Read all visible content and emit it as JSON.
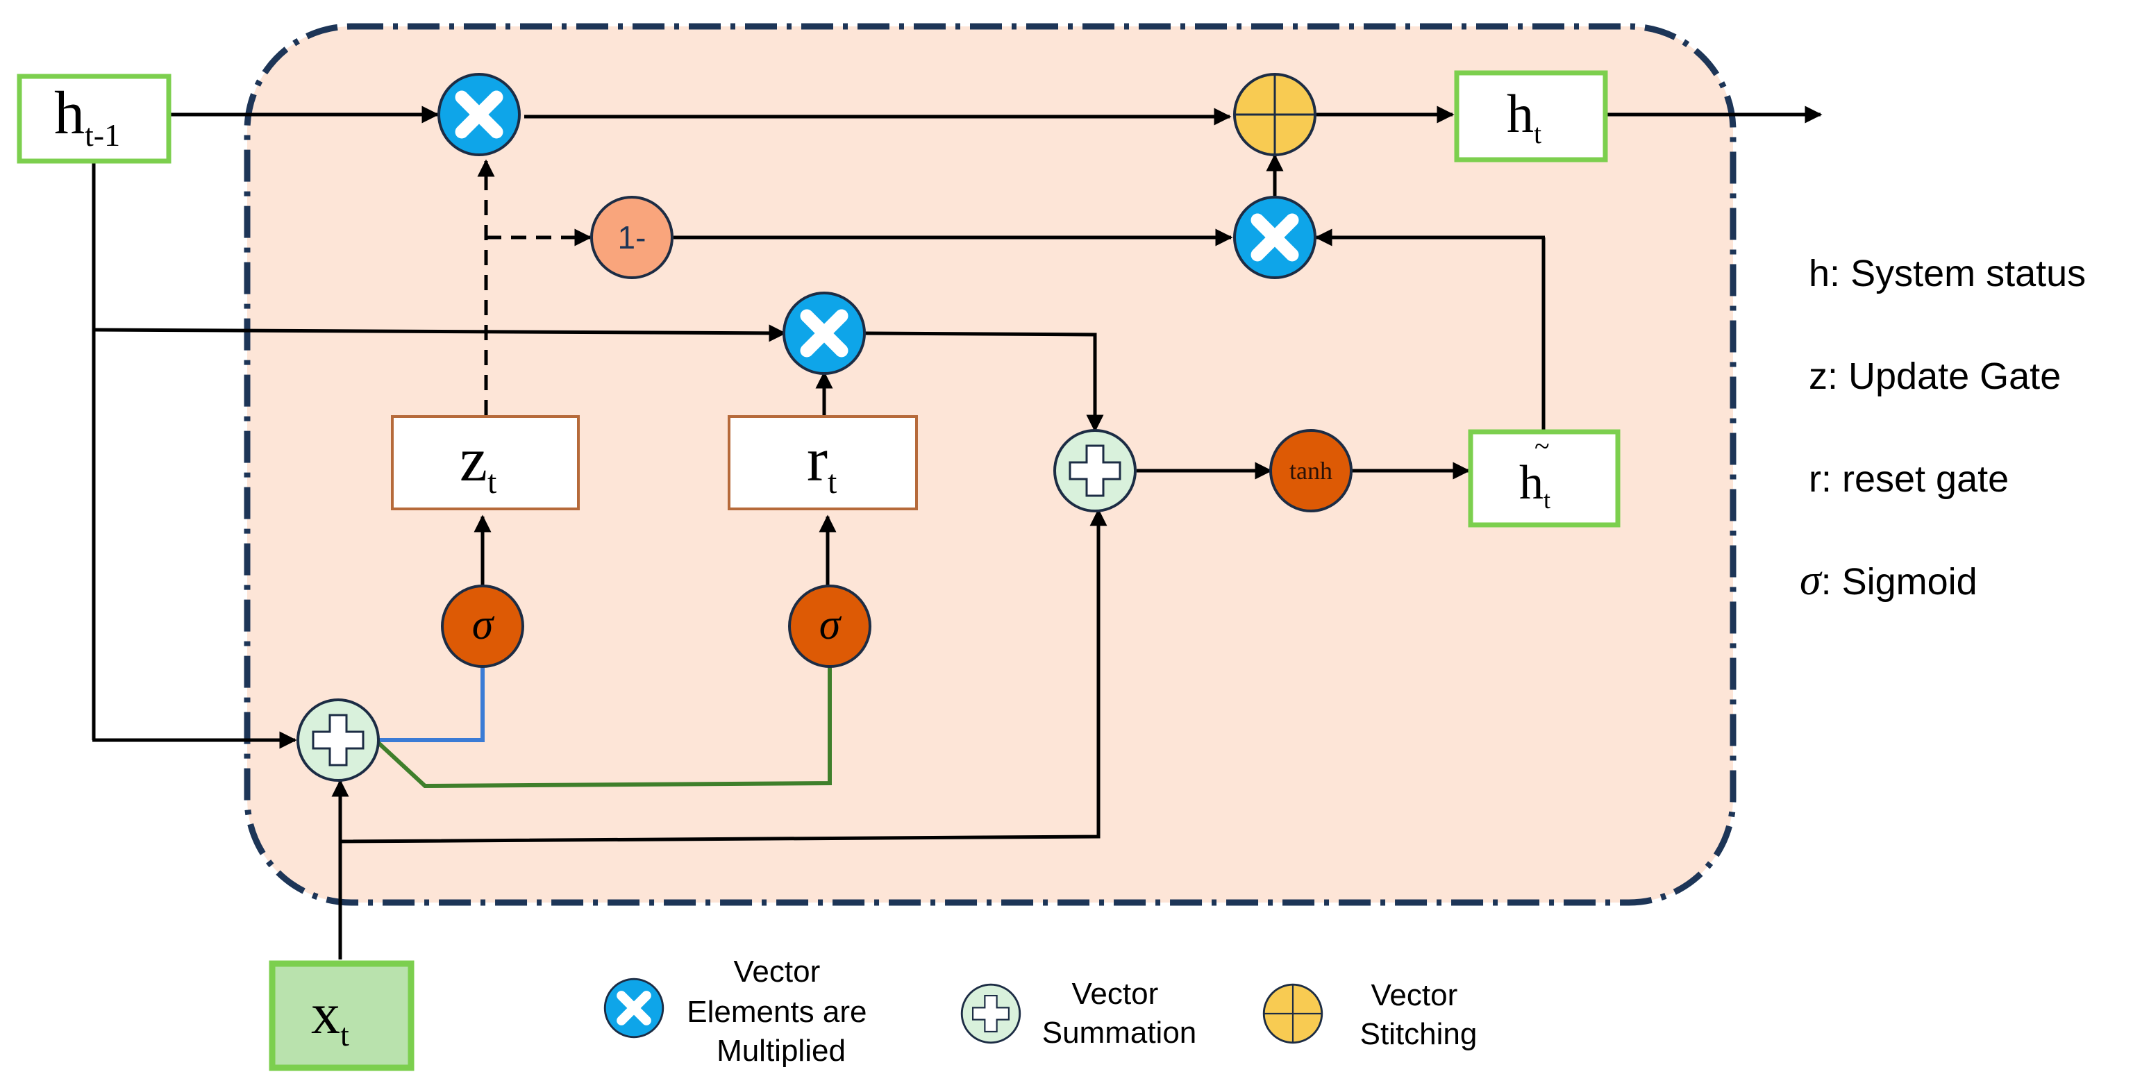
{
  "nodes": {
    "h_prev": {
      "main": "h",
      "sub": "t-1"
    },
    "h_t": {
      "main": "h",
      "sub": "t"
    },
    "z_t": {
      "main": "z",
      "sub": "t"
    },
    "r_t": {
      "main": "r",
      "sub": "t"
    },
    "x_t": {
      "main": "x",
      "sub": "t"
    },
    "h_cand": {
      "main": "h",
      "sub": "t",
      "tilde": "~"
    },
    "sigma": "σ",
    "tanh": "tanh",
    "one_minus": "1-"
  },
  "definitions": [
    {
      "symbol": "h",
      "sep": ":",
      "text": " System status"
    },
    {
      "symbol": "z",
      "sep": ":",
      "text": " Update Gate"
    },
    {
      "symbol": "r",
      "sep": ":",
      "text": " reset gate"
    },
    {
      "symbol": "σ",
      "sep": ":",
      "text": " Sigmoid"
    }
  ],
  "legend": {
    "multiply": [
      "Vector",
      "Elements are",
      "Multiplied"
    ],
    "sum": [
      "Vector",
      "Summation"
    ],
    "stitch": [
      "Vector",
      "Stitching"
    ]
  },
  "colors": {
    "region_fill": "#fde5d7",
    "region_border": "#1d3557",
    "box_green": "#7ccf4e",
    "box_green_fill": "#b9e2ad",
    "box_orange": "#b66a3a",
    "multiply_fill": "#0ea5e9",
    "sum_fill": "#d9f1dc",
    "stitch_fill": "#f8cb52",
    "activation_fill": "#dd5a05",
    "one_minus_fill": "#f9a57c",
    "wire_blue": "#3a7bd5",
    "wire_green": "#3f7f2b"
  }
}
